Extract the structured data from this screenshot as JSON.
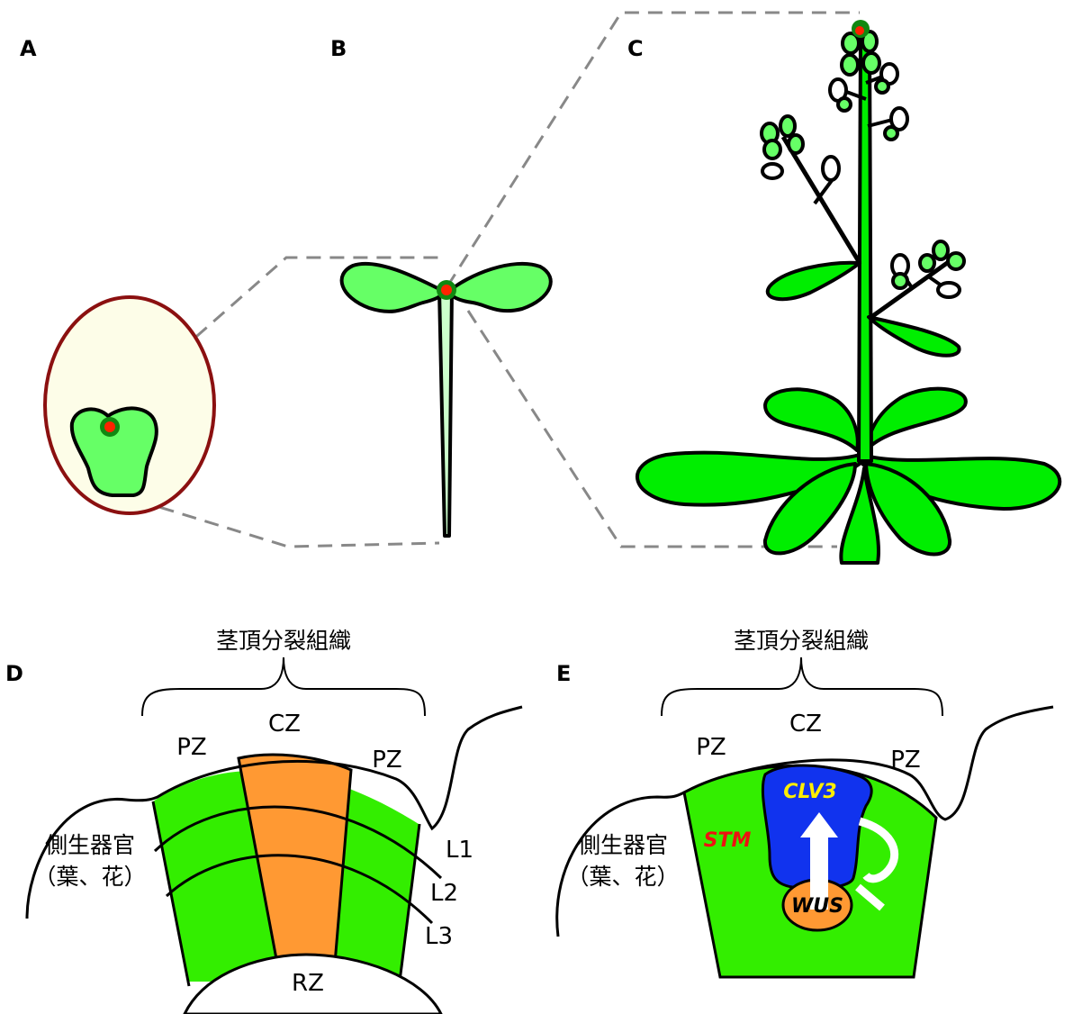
{
  "panels": {
    "a": "A",
    "b": "B",
    "c": "C",
    "d": "D",
    "e": "E"
  },
  "panel_d": {
    "title": "茎頂分裂組織",
    "cz": "CZ",
    "pz_left": "PZ",
    "pz_right": "PZ",
    "rz": "RZ",
    "layer_l1": "L1",
    "layer_l2": "L2",
    "layer_l3": "L3",
    "lateral_organ_line1": "側生器官",
    "lateral_organ_line2": "（葉、花）"
  },
  "panel_e": {
    "title": "茎頂分裂組織",
    "cz": "CZ",
    "pz_left": "PZ",
    "pz_right": "PZ",
    "lateral_organ_line1": "側生器官",
    "lateral_organ_line2": "（葉、花）",
    "gene_stm": "STM",
    "gene_clv3": "CLV3",
    "gene_wus": "WUS"
  },
  "colors": {
    "leaf_green": "#00ee00",
    "pale_green": "#66ff66",
    "meristem_red": "#ff2200",
    "seed_coat": "#8b1010",
    "seed_fill": "#fdfde8",
    "cz_orange": "#ff9933",
    "pz_green": "#33ee00",
    "clv3_blue": "#1133ee",
    "clv3_text": "#ffee00",
    "stm_text": "#ee1111",
    "dash_gray": "#888888"
  }
}
